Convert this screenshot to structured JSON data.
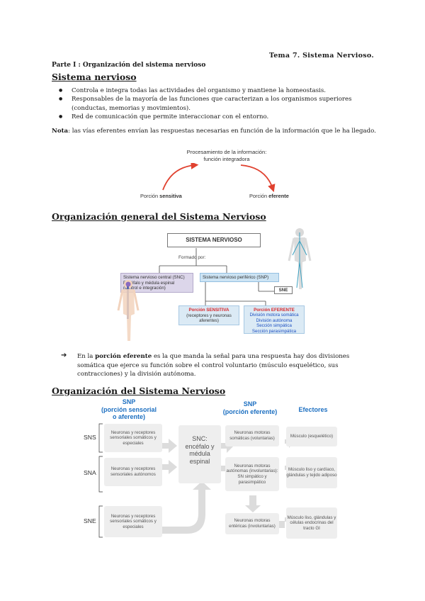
{
  "header": {
    "topic": "Tema 7. Sistema Nervioso.",
    "part": "Parte I : Organización del sistema nervioso"
  },
  "section1": {
    "title": "Sistema nervioso",
    "bullets": [
      "Controla e integra todas las actividades del organismo y mantiene la homeostasis.",
      "Responsables de la mayoría de las funciones que caracterizan a los organismos superiores (conductas, memorias  y movimientos).",
      "Red de comunicación que permite interaccionar con el entorno."
    ],
    "note_label": "Nota",
    "note_text": ": las vías eferentes envían las respuestas necesarias en función de la información que le ha llegado."
  },
  "diagram1": {
    "top_line1": "Procesamiento de la información:",
    "top_line2": "función integradora",
    "left_prefix": "Porción ",
    "left_bold": "sensitiva",
    "right_prefix": "Porción ",
    "right_bold": "eferente",
    "colors": {
      "left_arrow": "#e0412f",
      "right_arrow": "#e0412f"
    }
  },
  "section2": {
    "title": "Organización general del Sistema Nervioso",
    "chart": {
      "root": "SISTEMA NERVIOSO",
      "formed_by": "Formado por:",
      "snc_line1": "Sistema nervioso central (SNC)",
      "snc_line2": "Encéfalo y médula espinal",
      "snc_line3": "(control e integración)",
      "snp": "Sistema nervioso periférico (SNP)",
      "sne": "SNE",
      "sensitive_title": "Porción SENSITIVA",
      "sensitive_body": "(receptores y neuronas aferentes)",
      "efferent_title": "Porción EFERENTE",
      "efferent_items": [
        "División motora somática",
        "División autónoma",
        "Sección simpática",
        "Sección parasimpática"
      ]
    }
  },
  "arrow_note": {
    "pre": "En la ",
    "bold": "porción eferente",
    "post": " es la que manda la señal para una respuesta hay dos divisiones somática que ejerce su función  sobre el control voluntario (músculo esquelético, sus contracciones) y la división autónoma."
  },
  "section3": {
    "title": "Organización del Sistema Nervioso",
    "col1_head": "SNP\n(porción sensorial\no aferente)",
    "col2_head": "SNP\n(porción eferente)",
    "col3_head": "Efectores",
    "rows": [
      {
        "label": "SNS",
        "sens": "Neuronas y receptores sensoriales somáticos y especiales",
        "motor": "Neuronas motoras somáticas (voluntarias)",
        "effector": "Músculo (esquelético)"
      },
      {
        "label": "SNA",
        "sens": "Neuronas y receptores sensoriales autónomos",
        "motor": "Neuronas motoras autónomas (involuntarias): SN simpático y parasimpático",
        "effector": "Músculo liso y cardíaco, glándulas y tejido adiposo"
      },
      {
        "label": "SNE",
        "sens": "Neuronas y receptores sensoriales somáticos y especiales",
        "motor": "Neuronas motoras entéricas (involuntarias)",
        "effector": "Músculo liso, glándulas y células endocrinas del tracto GI"
      }
    ],
    "center": "SNC:\nencéfalo y\nmédula\nespinal",
    "colors": {
      "heading_blue": "#1c6fc1",
      "box_grey": "#eeeeee",
      "arrow_grey": "#dcdcdc"
    }
  }
}
